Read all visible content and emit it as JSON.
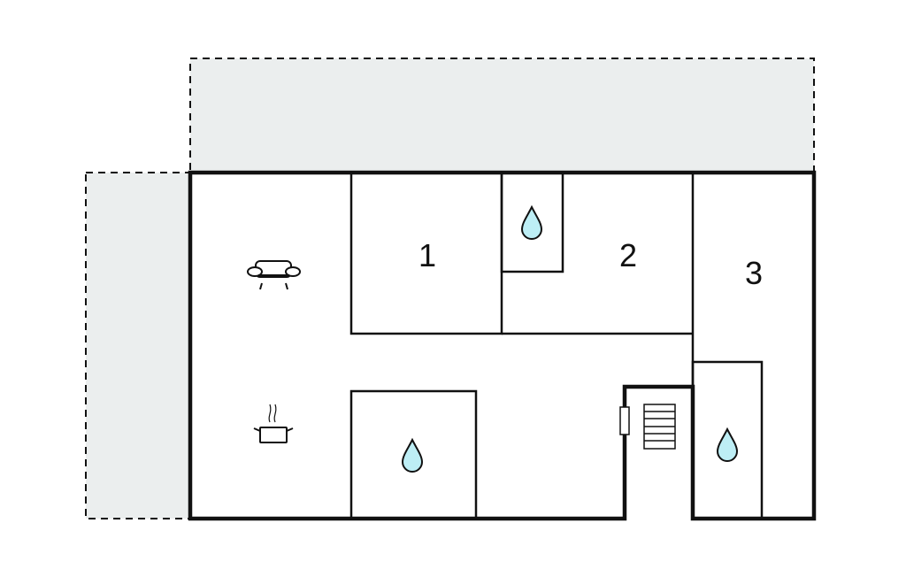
{
  "floorplan": {
    "rooms": [
      {
        "label": "1",
        "type": "bedroom"
      },
      {
        "label": "2",
        "type": "bedroom"
      },
      {
        "label": "3",
        "type": "bedroom"
      }
    ],
    "icons": [
      "sofa-icon",
      "cooking-pot-icon",
      "water-drop-icon",
      "stairs-icon"
    ],
    "colors": {
      "wall": "#000000",
      "terrace": "#ebeeee",
      "water": "#bdeef5"
    }
  }
}
